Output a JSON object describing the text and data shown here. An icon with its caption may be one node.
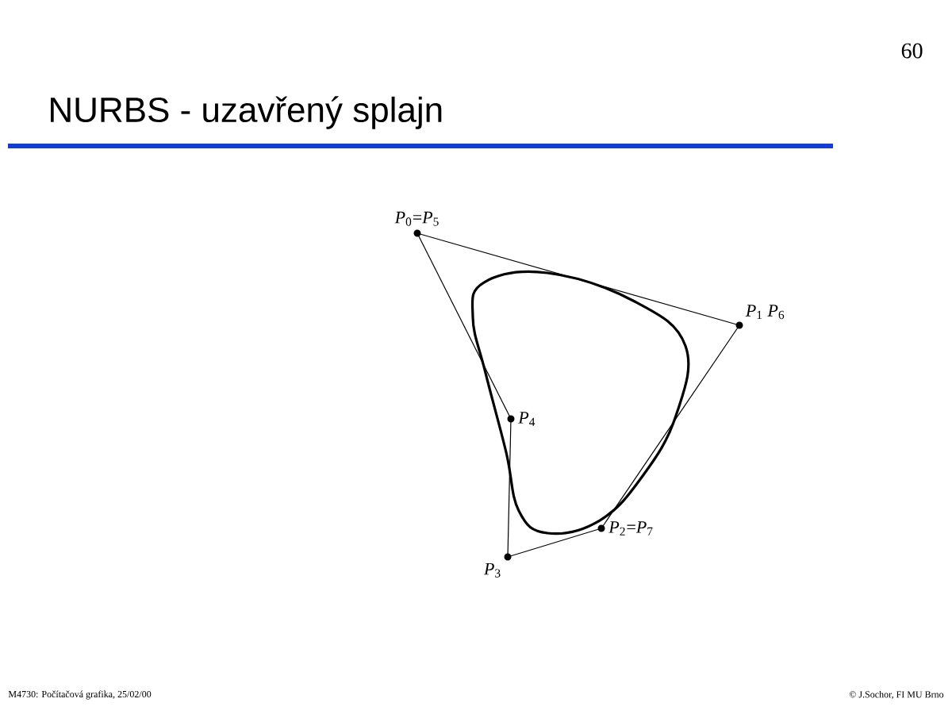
{
  "diagram": {
    "title": "NURBS - uzavřený splajn",
    "nodes": [
      {
        "text": [
          "*P*$_{0}$=*P*$_{5}$"
        ]
      },
      {
        "text": [
          "*P*$_{1}$ *P*$_{6}$"
        ]
      },
      {
        "text": [
          "*P*$_{2}$=*P*$_{7}$"
        ]
      },
      {
        "text": [
          "*P*$_{3}$"
        ]
      },
      {
        "text": [
          "*P*$_{4}$"
        ]
      }
    ],
    "edges": [
      {
        "from": 0,
        "to": 1,
        "arrow": "none"
      },
      {
        "from": 1,
        "to": 2,
        "arrow": "none"
      },
      {
        "from": 2,
        "to": 3,
        "arrow": "none"
      },
      {
        "from": 3,
        "to": 4,
        "arrow": "none"
      },
      {
        "from": 4,
        "to": 0,
        "arrow": "none"
      }
    ],
    "labels": [
      "60",
      "M4730: Počítačová grafika, 25/02/00",
      "© J.Sochor, FI MU Brno"
    ]
  }
}
